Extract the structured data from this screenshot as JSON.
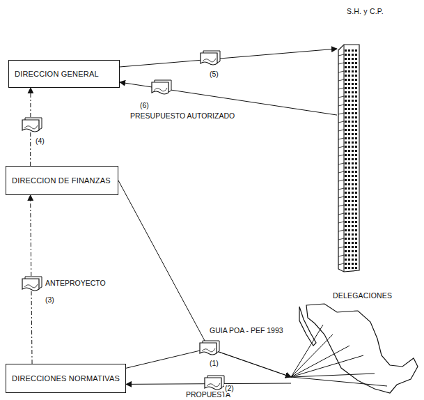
{
  "diagram": {
    "nodes": [
      {
        "text": [
          "DIRECCION GENERAL"
        ]
      },
      {
        "text": [
          "DIRECCION DE FINANZAS"
        ]
      },
      {
        "text": [
          "DIRECCIONES NORMATIVAS"
        ]
      },
      {
        "text": [
          "S.H. y C.P."
        ]
      },
      {
        "text": [
          "DELEGACIONES"
        ]
      }
    ],
    "edges": [
      {
        "from": 0,
        "to": 3,
        "arrow": "to",
        "label": "(5)"
      },
      {
        "from": 3,
        "to": 0,
        "arrow": "to",
        "label": "PRESUPUESTO AUTORIZADO"
      },
      {
        "from": 1,
        "to": 0,
        "arrow": "to",
        "label": "(4)"
      },
      {
        "from": 2,
        "to": 1,
        "arrow": "to",
        "label": "ANTEPROYECTO"
      },
      {
        "from": 1,
        "to": 4,
        "arrow": "to",
        "label": "GUIA POA - PEF 1993"
      },
      {
        "from": 2,
        "to": 4,
        "arrow": "to"
      },
      {
        "from": 4,
        "to": 2,
        "arrow": "to",
        "label": "PROPUESTA"
      }
    ],
    "labels": [
      "(6)",
      "(3)",
      "(1)",
      "(2)"
    ]
  }
}
